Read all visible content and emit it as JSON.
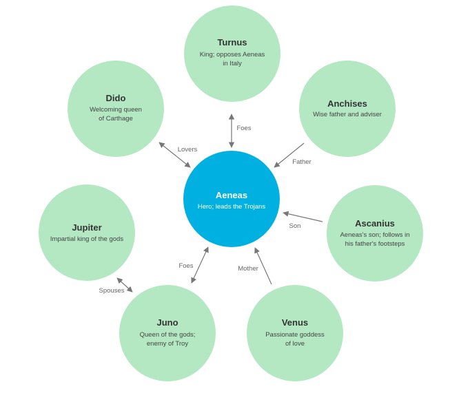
{
  "colors": {
    "character_fill": "#b4e8c3",
    "center_fill": "#00b0e0",
    "edge": "#777777"
  },
  "nodes": {
    "aeneas": {
      "name": "Aeneas",
      "desc": [
        "Hero; leads the Trojans"
      ]
    },
    "turnus": {
      "name": "Turnus",
      "desc": [
        "King; opposes Aeneas",
        "in Italy"
      ]
    },
    "dido": {
      "name": "Dido",
      "desc": [
        "Welcoming queen",
        "of Carthage"
      ]
    },
    "anchises": {
      "name": "Anchises",
      "desc": [
        "Wise father and adviser"
      ]
    },
    "jupiter": {
      "name": "Jupiter",
      "desc": [
        "Impartial king of the gods"
      ]
    },
    "ascanius": {
      "name": "Ascanius",
      "desc": [
        "Aeneas's son; follows in",
        "his father's footsteps"
      ]
    },
    "juno": {
      "name": "Juno",
      "desc": [
        "Queen of the gods;",
        "enemy of Troy"
      ]
    },
    "venus": {
      "name": "Venus",
      "desc": [
        "Passionate goddess",
        "of love"
      ]
    }
  },
  "edges": {
    "turnus_aeneas": {
      "label": "Foes",
      "direction": "both"
    },
    "dido_aeneas": {
      "label": "Lovers",
      "direction": "both"
    },
    "anchises_aeneas": {
      "label": "Father",
      "direction": "to-aeneas"
    },
    "ascanius_aeneas": {
      "label": "Son",
      "direction": "to-aeneas"
    },
    "juno_aeneas": {
      "label": "Foes",
      "direction": "both"
    },
    "venus_aeneas": {
      "label": "Mother",
      "direction": "to-aeneas"
    },
    "jupiter_juno": {
      "label": "Spouses",
      "direction": "both"
    }
  }
}
